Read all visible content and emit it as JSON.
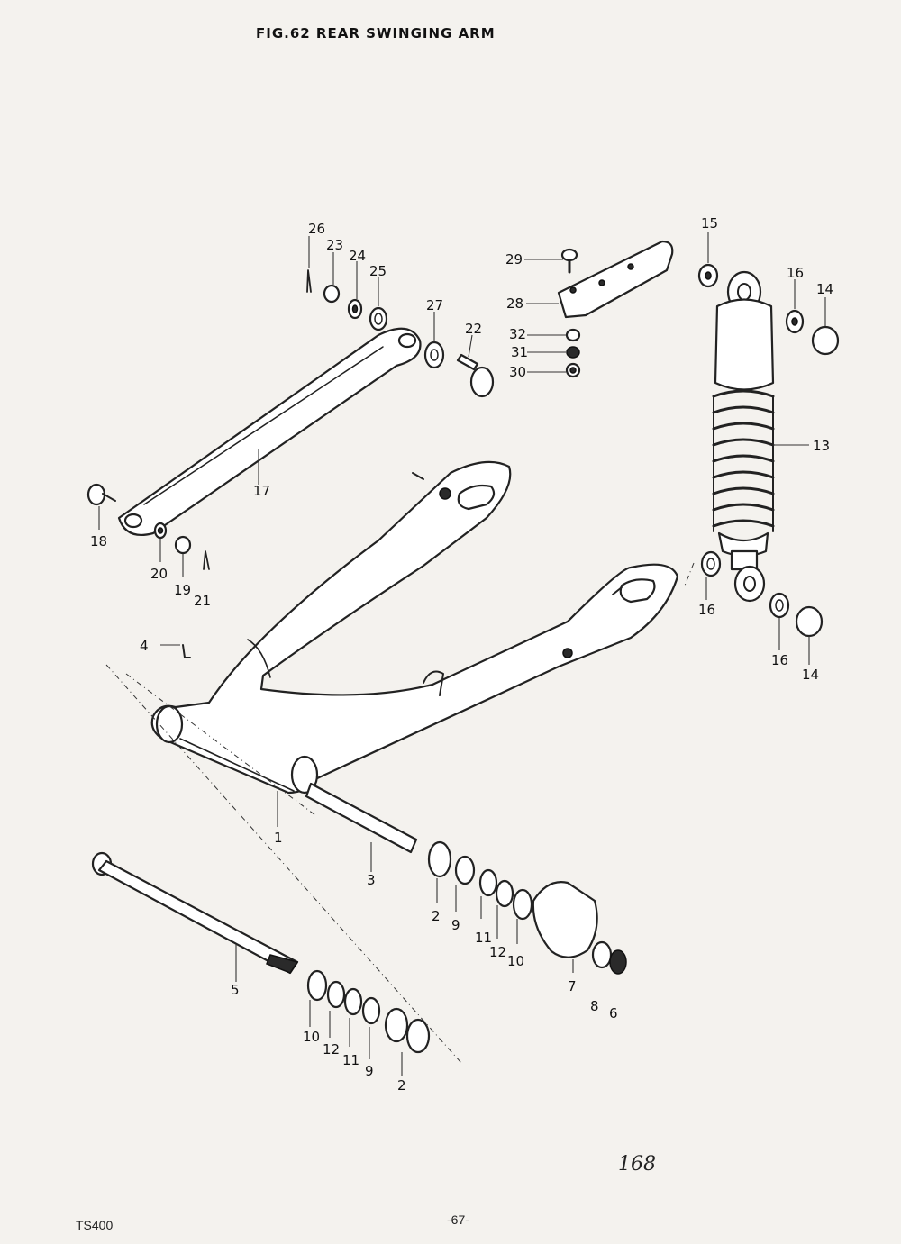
{
  "header": {
    "title": "FIG.62  REAR SWINGING ARM"
  },
  "footer": {
    "model": "TS400",
    "page_number": "-67-"
  },
  "handwritten_note": "168",
  "callouts": {
    "c1": "1",
    "c2a": "2",
    "c2b": "2",
    "c3": "3",
    "c4": "4",
    "c5": "5",
    "c6": "6",
    "c7": "7",
    "c8": "8",
    "c9a": "9",
    "c9b": "9",
    "c10a": "10",
    "c10b": "10",
    "c11a": "11",
    "c11b": "11",
    "c12a": "12",
    "c12b": "12",
    "c13": "13",
    "c14a": "14",
    "c14b": "14",
    "c15": "15",
    "c16a": "16",
    "c16b": "16",
    "c16c": "16",
    "c17": "17",
    "c18": "18",
    "c19": "19",
    "c20": "20",
    "c21": "21",
    "c22": "22",
    "c23": "23",
    "c24": "24",
    "c25": "25",
    "c26": "26",
    "c27": "27",
    "c28": "28",
    "c29": "29",
    "c30": "30",
    "c31": "31",
    "c32": "32"
  }
}
